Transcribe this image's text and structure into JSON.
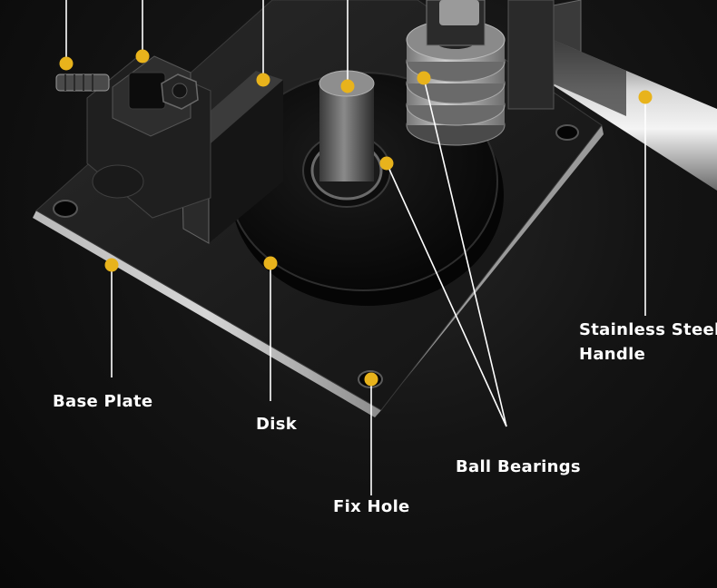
{
  "accent_color": "#e8b31c",
  "leader_color": "#ffffff",
  "callouts": {
    "base_plate": "Base Plate",
    "disk": "Disk",
    "fix_hole": "Fix Hole",
    "ball_bearings": "Ball Bearings",
    "handle_line1": "Stainless Steel",
    "handle_line2": "Handle"
  },
  "points": [
    {
      "name": "marker-bolt-tip"
    },
    {
      "name": "marker-clamp-block"
    },
    {
      "name": "marker-stop-plate"
    },
    {
      "name": "marker-center-pin"
    },
    {
      "name": "marker-ball-bearing-top"
    },
    {
      "name": "marker-ball-bearing-inner"
    },
    {
      "name": "marker-stainless-steel-handle"
    },
    {
      "name": "marker-base-plate"
    },
    {
      "name": "marker-disk"
    },
    {
      "name": "marker-fix-hole"
    }
  ]
}
